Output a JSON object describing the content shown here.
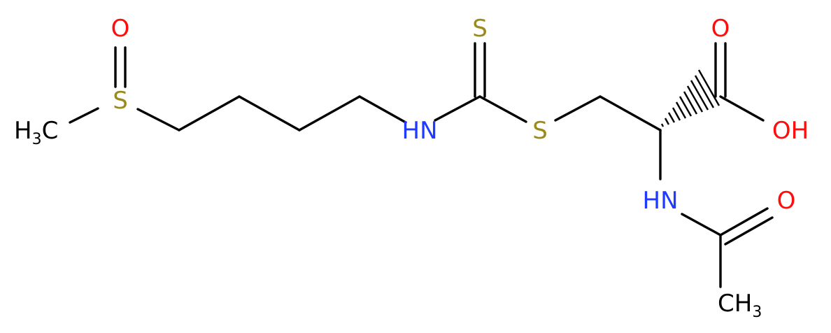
{
  "colors": {
    "bond": "#000000",
    "S": "#9a8a1e",
    "O": "#ff0d0d",
    "N": "#1f3bff",
    "C": "#000000"
  },
  "labels": {
    "s_sulfoxide": "S",
    "o_sulfoxide": "O",
    "methyl_left_main": "H",
    "methyl_left_sub": "3",
    "methyl_left_tail": "C",
    "nh_thiourea": "HN",
    "s_thione": "S",
    "s_thioether": "S",
    "o_carbonyl": "O",
    "oh": "OH",
    "nh_amide": "HN",
    "o_amide": "O",
    "methyl_right_main": "CH",
    "methyl_right_sub": "3"
  }
}
